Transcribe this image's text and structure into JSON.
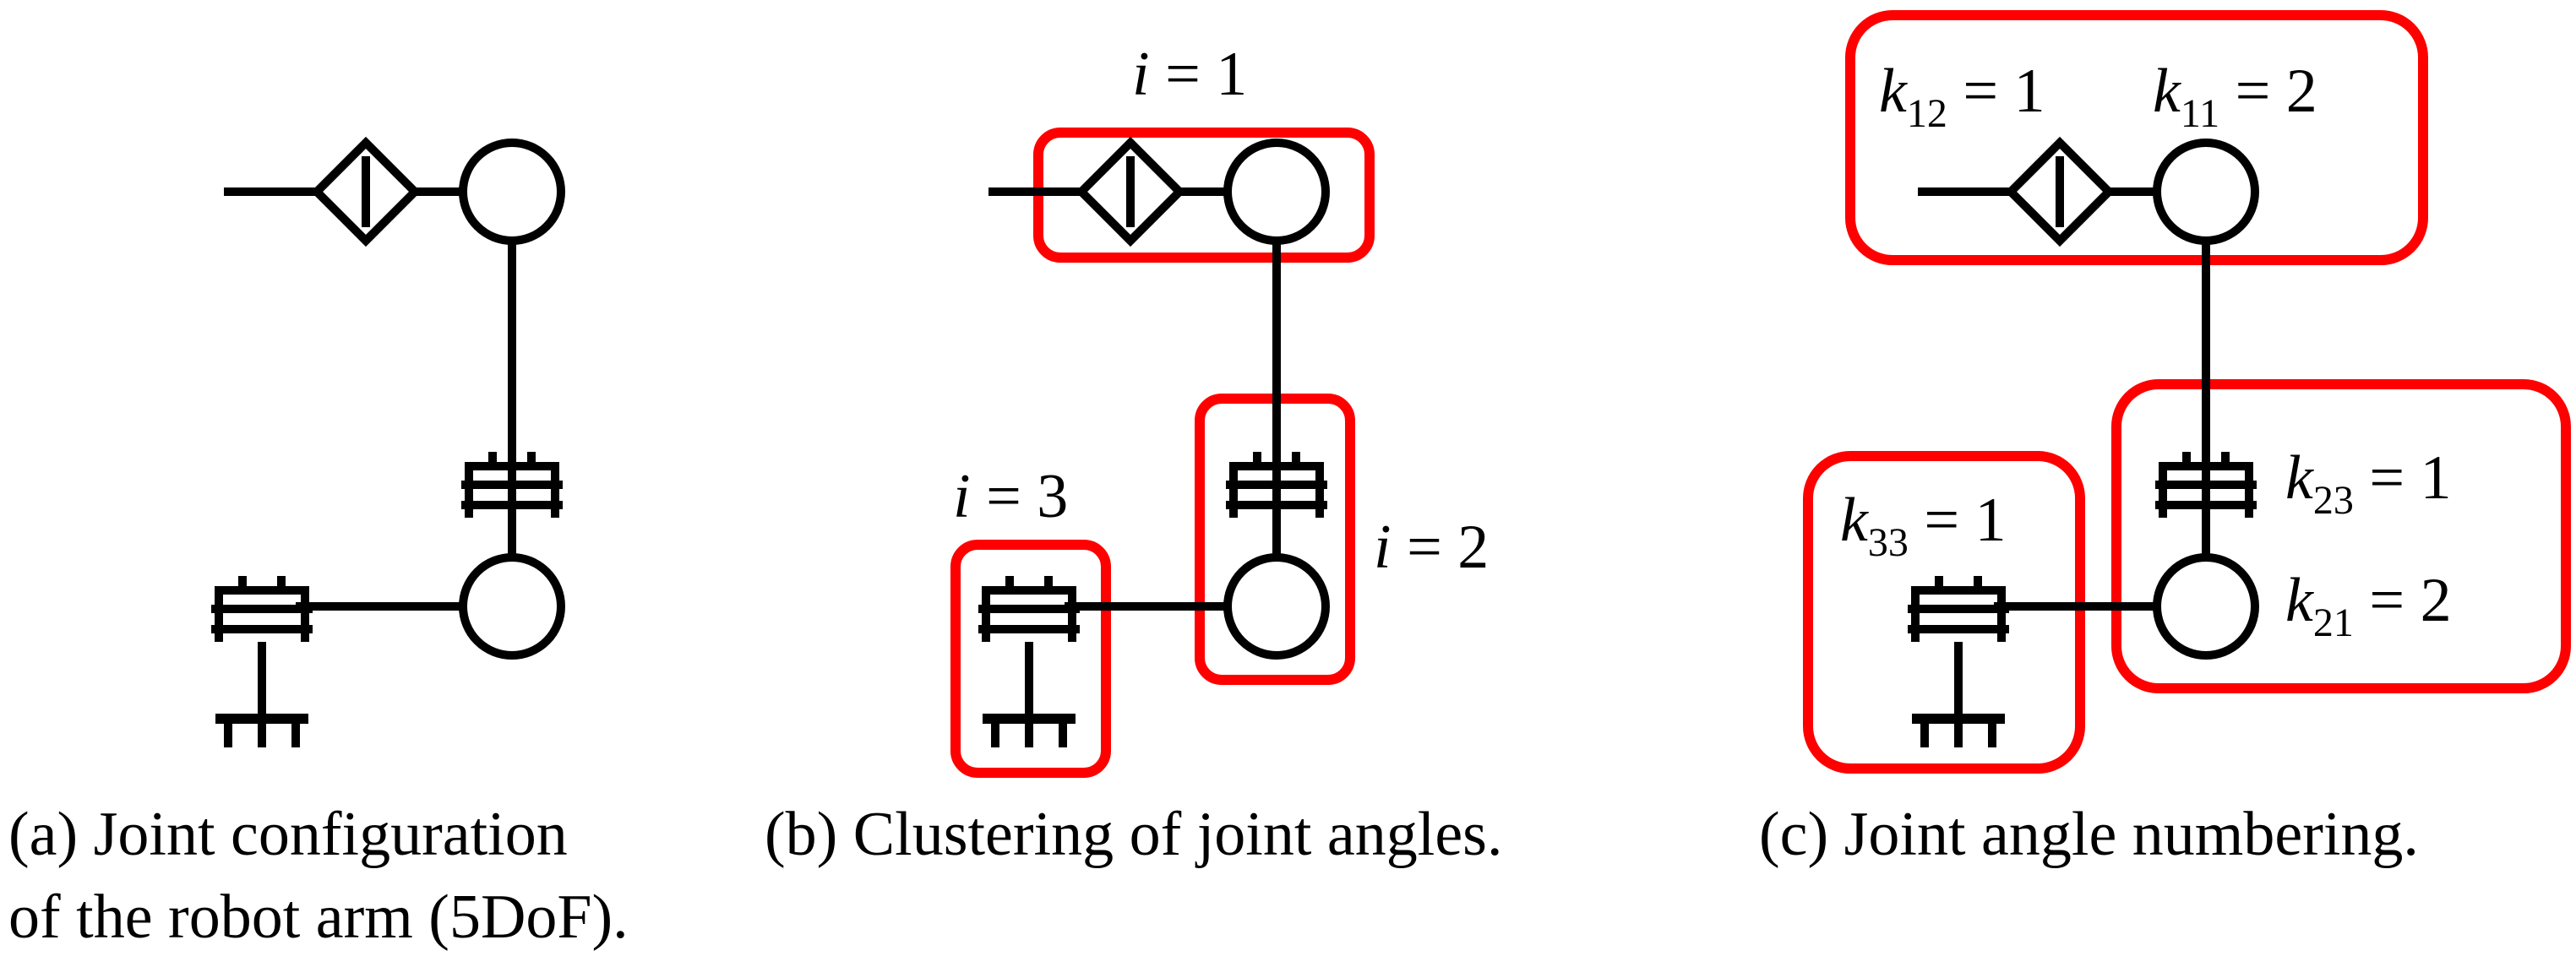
{
  "panels": {
    "a": {
      "caption_line1": "(a) Joint configuration",
      "caption_line2": "of the robot arm (5DoF)."
    },
    "b": {
      "caption": "(b) Clustering of joint angles.",
      "cluster_labels": {
        "i1": {
          "var": "i",
          "rest": " = 1"
        },
        "i2": {
          "var": "i",
          "rest": " = 2"
        },
        "i3": {
          "var": "i",
          "rest": " = 3"
        }
      }
    },
    "c": {
      "caption": "(c) Joint angle numbering.",
      "labels": {
        "k12": {
          "var": "k",
          "sub": "12",
          "rest": " = 1"
        },
        "k11": {
          "var": "k",
          "sub": "11",
          "rest": " = 2"
        },
        "k23": {
          "var": "k",
          "sub": "23",
          "rest": " = 1"
        },
        "k21": {
          "var": "k",
          "sub": "21",
          "rest": " = 2"
        },
        "k33": {
          "var": "k",
          "sub": "33",
          "rest": " = 1"
        }
      }
    }
  },
  "colors": {
    "line": "#000000",
    "cluster": "#ff0000",
    "background": "#ffffff"
  }
}
